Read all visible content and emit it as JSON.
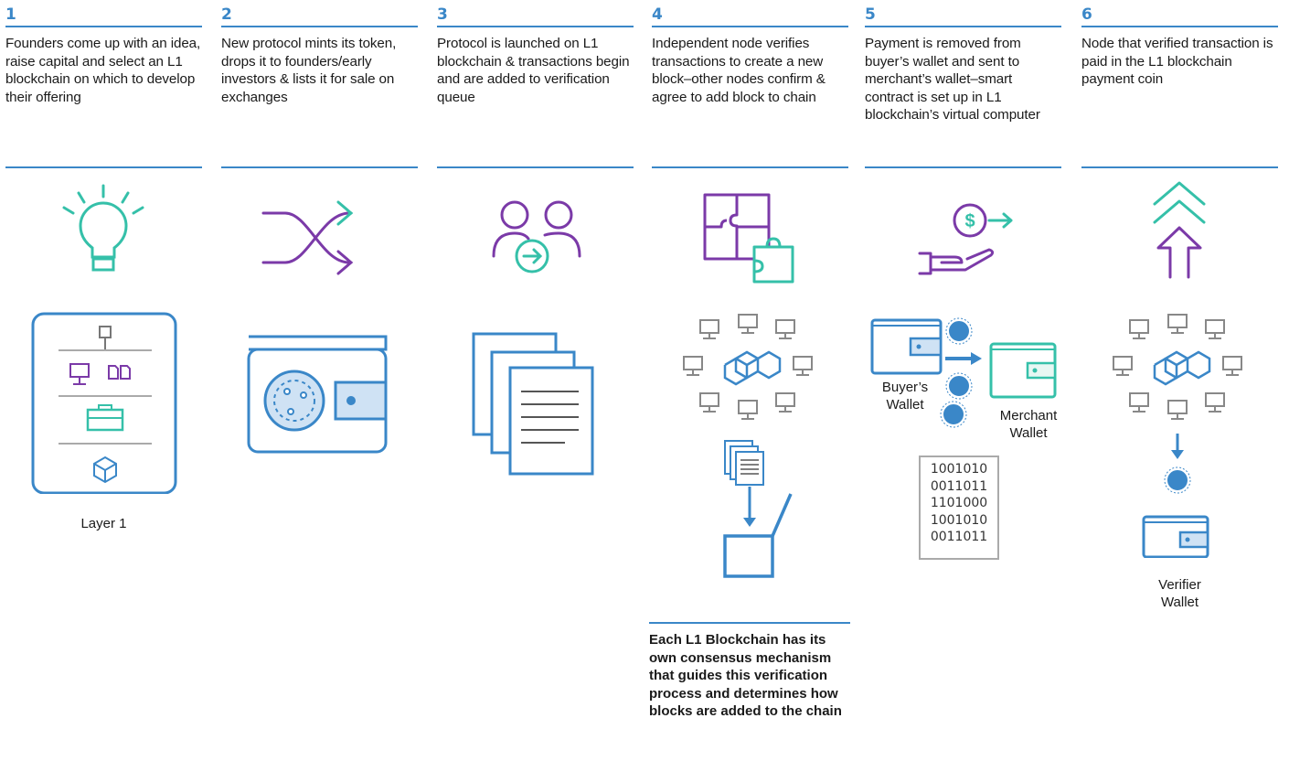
{
  "colors": {
    "blue": "#3a87c8",
    "purple": "#7b3aa8",
    "teal": "#35c0a9",
    "gray": "#999999"
  },
  "steps": [
    {
      "number": "1",
      "text": "Founders come up with an idea, raise capital and select an L1 blockchain on which to develop their offering",
      "icon": "lightbulb-icon"
    },
    {
      "number": "2",
      "text": "New protocol mints its token, drops it to founders/early investors & lists it for sale on exchanges",
      "icon": "shuffle-arrows-icon"
    },
    {
      "number": "3",
      "text": "Protocol is launched on L1 blockchain & transactions begin and are added to verification queue",
      "icon": "users-arrow-icon"
    },
    {
      "number": "4",
      "text": "Independent node verifies transactions to create a new block–other nodes confirm & agree to add block to chain",
      "icon": "puzzle-icon"
    },
    {
      "number": "5",
      "text": "Payment is removed from buyer’s wallet and sent to merchant’s wallet–smart contract is set up in L1 blockchain’s virtual computer",
      "icon": "hand-dollar-icon"
    },
    {
      "number": "6",
      "text": "Node that verified transaction is paid in the L1 blockchain payment coin",
      "icon": "up-arrows-icon"
    }
  ],
  "labels": {
    "layer1": "Layer 1",
    "buyer_wallet_1": "Buyer’s",
    "buyer_wallet_2": "Wallet",
    "merchant_wallet_1": "Merchant",
    "merchant_wallet_2": "Wallet",
    "verifier_wallet_1": "Verifier",
    "verifier_wallet_2": "Wallet"
  },
  "binary": [
    "1001010",
    "0011011",
    "1101000",
    "1001010",
    "0011011"
  ],
  "note": "Each L1 Blockchain has its own consensus mechanism that guides this verification process and determines how blocks are added to the chain"
}
